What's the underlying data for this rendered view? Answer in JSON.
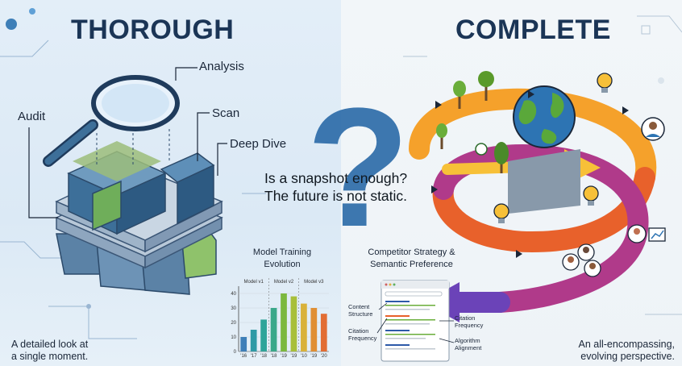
{
  "left": {
    "title": "THOROUGH",
    "labels": {
      "analysis": "Analysis",
      "audit": "Audit",
      "scan": "Scan",
      "deep_dive": "Deep Dive"
    },
    "caption_line1": "A detailed look at",
    "caption_line2": "a single moment."
  },
  "right": {
    "title": "COMPLETE",
    "caption_line1": "An all-encompassing,",
    "caption_line2": "evolving perspective."
  },
  "center": {
    "line1": "Is a snapshot enough?",
    "line2": "The future is not static."
  },
  "chart_block": {
    "title_line1": "Model Training",
    "title_line2": "Evolution"
  },
  "competitor": {
    "title_line1": "Competitor Strategy &",
    "title_line2": "Semantic Preference",
    "callouts": {
      "content_structure_1": "Content",
      "content_structure_2": "Structure",
      "citation_frequency_left_1": "Citation",
      "citation_frequency_left_2": "Frequency",
      "citation_frequency_right_1": "Citation",
      "citation_frequency_right_2": "Frequency",
      "algorithm_alignment_1": "Algorithm",
      "algorithm_alignment_2": "Alignment"
    }
  },
  "chart_data": {
    "type": "bar",
    "title": "Model Training Evolution",
    "groups": [
      "Model v1",
      "Model v2",
      "Model v3"
    ],
    "categories": [
      "'16",
      "'17",
      "'18",
      "'18",
      "'19",
      "'19",
      "'10",
      "'19",
      "'20"
    ],
    "values": [
      10,
      15,
      22,
      30,
      40,
      38,
      33,
      30,
      26
    ],
    "colors": [
      "#3e7fb8",
      "#2f9aa6",
      "#2fa49a",
      "#3aa88a",
      "#7cb83e",
      "#a8bf3a",
      "#d9b23a",
      "#e08f34",
      "#e26d34"
    ],
    "ylim": [
      0,
      45
    ],
    "yticks": [
      0,
      10,
      20,
      30,
      40
    ]
  }
}
